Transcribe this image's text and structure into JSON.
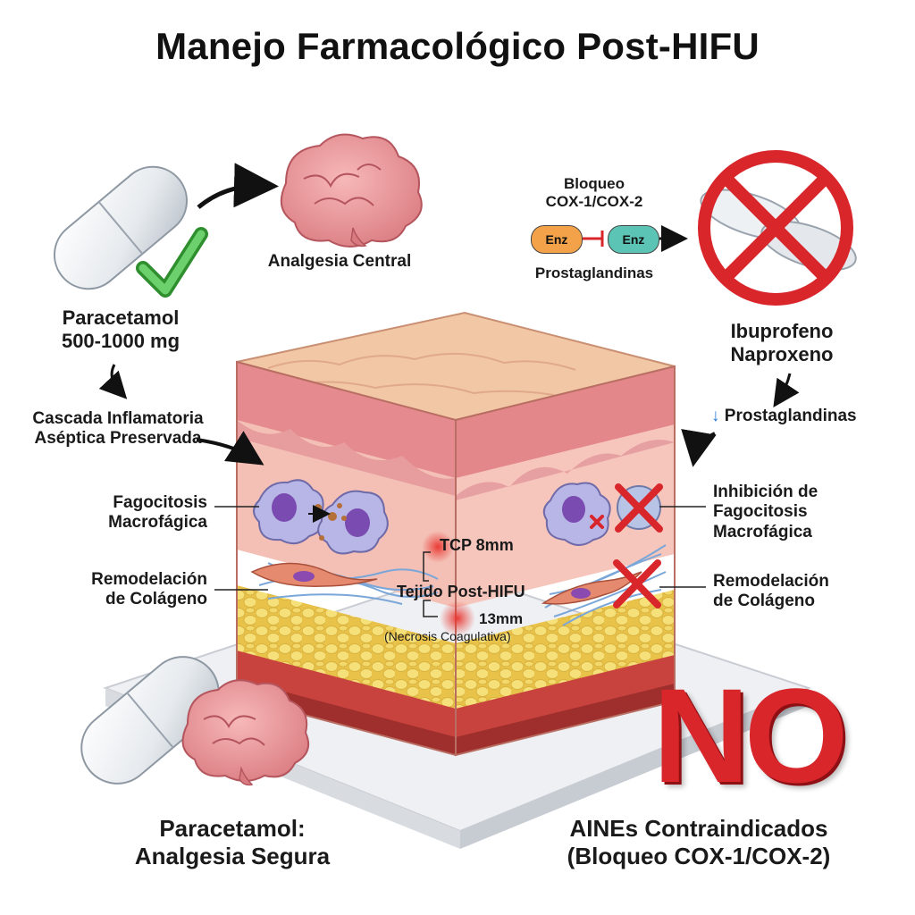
{
  "title": "Manejo Farmacológico Post-HIFU",
  "left": {
    "analgesia_central": "Analgesia Central",
    "drug_line1": "Paracetamol",
    "drug_line2": "500-1000 mg",
    "cascade_line1": "Cascada Inflamatoria",
    "cascade_line2": "Aséptica Preservada",
    "phago_line1": "Fagocitosis",
    "phago_line2": "Macrofágica",
    "collagen_line1": "Remodelación",
    "collagen_line2": "de Colágeno",
    "bottom_line1": "Paracetamol:",
    "bottom_line2": "Analgesia Segura"
  },
  "right": {
    "block_line1": "Bloqueo",
    "block_line2": "COX-1/COX-2",
    "enz_a": "Enz",
    "enz_b": "Enz",
    "prostaglandinas": "Prostaglandinas",
    "drug_line1": "Ibuprofeno",
    "drug_line2": "Naproxeno",
    "down_prostaglandinas": "Prostaglandinas",
    "down_arrow": "↓",
    "inhib_line1": "Inhibición de",
    "inhib_line2": "Fagocitosis",
    "inhib_line3": "Macrofágica",
    "collagen_line1": "Remodelación",
    "collagen_line2": "de Colágeno",
    "no_word": "NO",
    "bottom_line1": "AINEs Contraindicados",
    "bottom_line2": "(Bloqueo COX-1/COX-2)"
  },
  "center": {
    "tcp": "TCP 8mm",
    "tissue": "Tejido Post-HIFU",
    "depth": "13mm",
    "necrosis": "(Necrosis Coagulativa)"
  },
  "colors": {
    "skin_top": "#f2c7a5",
    "dermis": "#f1b9b3",
    "fat": "#f3dc6e",
    "muscle": "#c9433e",
    "check": "#3aa83a",
    "forbid": "#d8262b",
    "enz_orange": "#f4a24a",
    "enz_teal": "#5cc4b4",
    "macrophage": "#b8b6e6",
    "lesion": "#e8352f"
  },
  "icons": [
    "pill-icon",
    "check-icon",
    "brain-icon",
    "forbidden-icon",
    "macrophage-icon",
    "x-mark-icon",
    "arrow-icon"
  ]
}
